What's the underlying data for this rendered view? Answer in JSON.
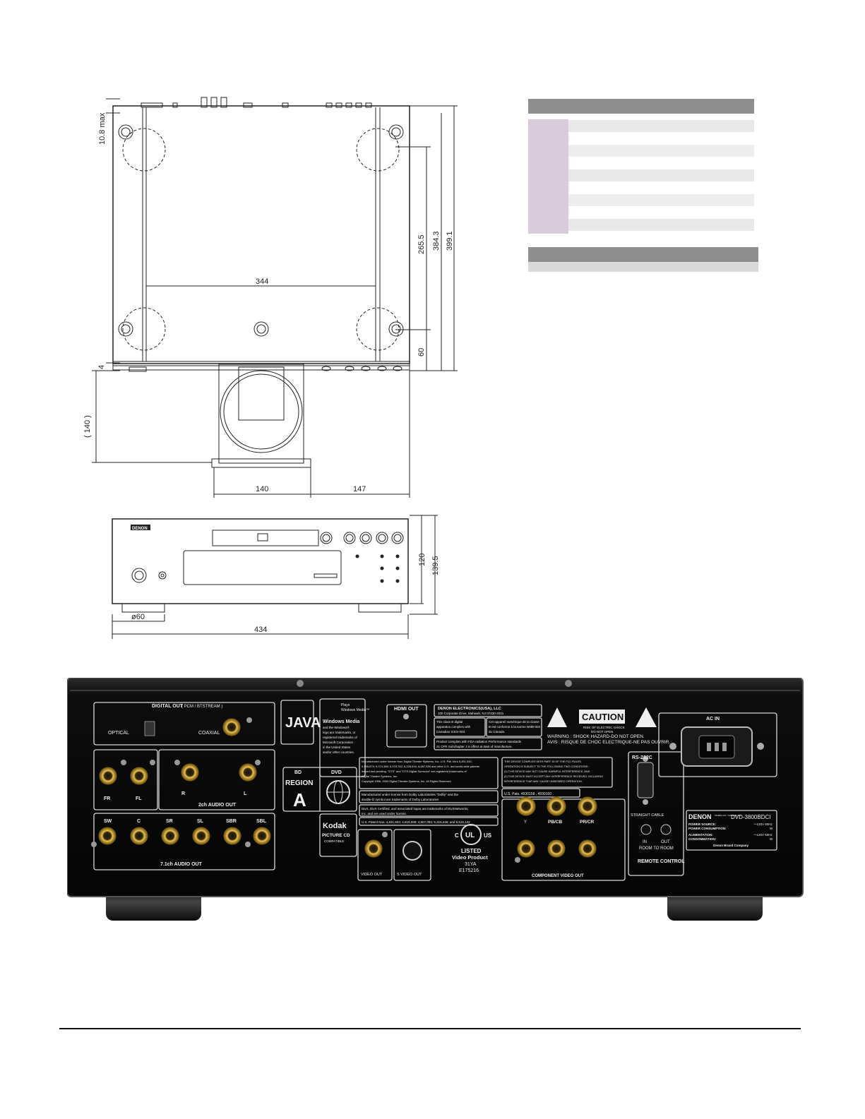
{
  "top_view": {
    "dim_10_8": "10.8 max",
    "dim_265_5": "265.5",
    "dim_384_3": "384.3",
    "dim_399_1": "399.1",
    "dim_344": "344",
    "dim_60": "60",
    "dim_4": "4",
    "dim_140_tray": "( 140 )",
    "dim_140": "140",
    "dim_147": "147"
  },
  "front_view": {
    "brand": "DENON",
    "dim_120": "120",
    "dim_139_5": "139.5",
    "dim_phi60": "ø60",
    "dim_434": "434"
  },
  "rear_panel": {
    "digital_out": "DIGITAL OUT",
    "digital_out_sub": "( PCM / BTSTREAM )",
    "optical": "OPTICAL",
    "coaxial": "COAXIAL",
    "java": "JAVA",
    "plays": "Plays",
    "windows_media_small": "Windows Media™",
    "windows_media": "Windows Media",
    "wm_lines": [
      "and the Windows®",
      "logo are trademarks, or",
      "registered trademarks of",
      "Microsoft Corporation",
      "in the United States",
      "and/or other countries."
    ],
    "hdmi_out": "HDMI OUT",
    "denon_address_1": "DENON ELECTRONICS(USA), LLC",
    "denon_address_2": "100 Corporate Drive, Mahwah, NJ 07430-2041",
    "class_b_en": [
      "This class B digital",
      "apparatus complies with",
      "Canadian ICES-003."
    ],
    "class_b_fr": [
      "Cet appareil numérique de la classe",
      "B est conforme à la norme NMB-003",
      "du Canada."
    ],
    "fda": [
      "Product complies with FDA radiation Performance standards",
      "21 CFR Subchapter J in effect at date of manufacture."
    ],
    "caution": "CAUTION",
    "caution_sub_1": "RISK OF ELECTRIC SHOCK",
    "caution_sub_2": "DO NOT OPEN",
    "warning_en": "WARNING : SHOCK HAZARD-DO NOT OPEN.",
    "warning_fr": "AVIS : RISQUE DE CHOC ELECTRIQUE-NE PAS OUVRIR.",
    "ac_in": "AC IN",
    "fr": "FR",
    "fl": "FL",
    "r": "R",
    "l": "L",
    "ch2_audio_out": "2ch AUDIO OUT",
    "bd": "BD",
    "dvd": "DVD",
    "region": "REGION",
    "region_letter": "A",
    "dts_text": [
      "Manufactured under license from Digital Theater Systems, Inc. U.S. Pat. No's 5,451,942;",
      "5,956,674; 5,974,380; 5,978,762; 6,226,616; 6,487,535 and other U.S. and world-wide patents",
      "issued and pending. \"DTS\" and \"DTS Digital Surround\" are registered trademarks of",
      "Digital Theater Systems, Inc.",
      "Copyright 1996, 2003 Digital Theater Systems, Inc. All Rights Reserved."
    ],
    "dolby_text": [
      "Manufactured under license from Dolby Laboratories \"Dolby\" and the",
      "double-D symbol are trademarks of Dolby Laboratories"
    ],
    "divx_text": [
      "DivX, DivX Certified, and associated logos are trademarks of DivXNetworks,",
      "Inc. and are used under license."
    ],
    "patent_text": "U.S. Patent Nos. 4,631,603; 4,819,098; 4,907,093; 5,315,448; and 6,516,132",
    "fcc_text": [
      "THIS DEVICE COMPLIES WITH PART 15 OF THE FCC RULES.",
      "OPERATION IS SUBJECT TO THE FOLLOWING TWO CONDITIONS :",
      "(1) THIS DEVICE MAY NOT CAUSE HARMFUL INTERFERENCE, AND",
      "(2) THIS DEVICE MUST ACCEPT ANY INTERFERENCE RECEIVED, INCLUDING",
      "INTERFERENCE THAT MAY CAUSE UNDESIRED OPERATION."
    ],
    "us_pats": "U.S. Pats. 4930158 , 4930160 .",
    "rs232c": "RS-232C",
    "straight_cable": "STRAIGHT CABLE",
    "room_to_room": "ROOM TO ROOM",
    "in": "IN",
    "out": "OUT",
    "remote_control": "REMOTE CONTROL",
    "y": "Y",
    "pb_cb": "PB/CB",
    "pr_cr": "PR/CR",
    "component_video_out": "COMPONENT VIDEO OUT",
    "sw": "SW",
    "c": "C",
    "sr": "SR",
    "sl": "SL",
    "sbr": "SBR",
    "sbl": "SBL",
    "ch71_audio_out": "7.1ch AUDIO OUT",
    "kodak": "Kodak",
    "picture_cd": "PICTURE CD",
    "compatible": "COMPATIBLE",
    "video_out": "VIDEO OUT",
    "s_video_out": "S VIDEO OUT",
    "ul_c": "C",
    "ul": "UL",
    "ul_us": "US",
    "listed": "LISTED",
    "video_product": "Video Product",
    "ul_code": "31YA",
    "ul_file": "E175216",
    "label_brand": "DENON",
    "model_no_label": "MODEL NO. / MODELE NO.",
    "model": "DVD-3800BDCI",
    "power_source": "POWER SOURCE:",
    "power_consumption": "POWER CONSUMPTION:",
    "power_value": "～120V 60Hz",
    "alimentation": "ALIMENTATION:",
    "consommation": "CONSOMMATION:",
    "alim_value": "～120V 60Hz",
    "w1": "W",
    "w2": "W",
    "company": "Denon Brand Company"
  }
}
